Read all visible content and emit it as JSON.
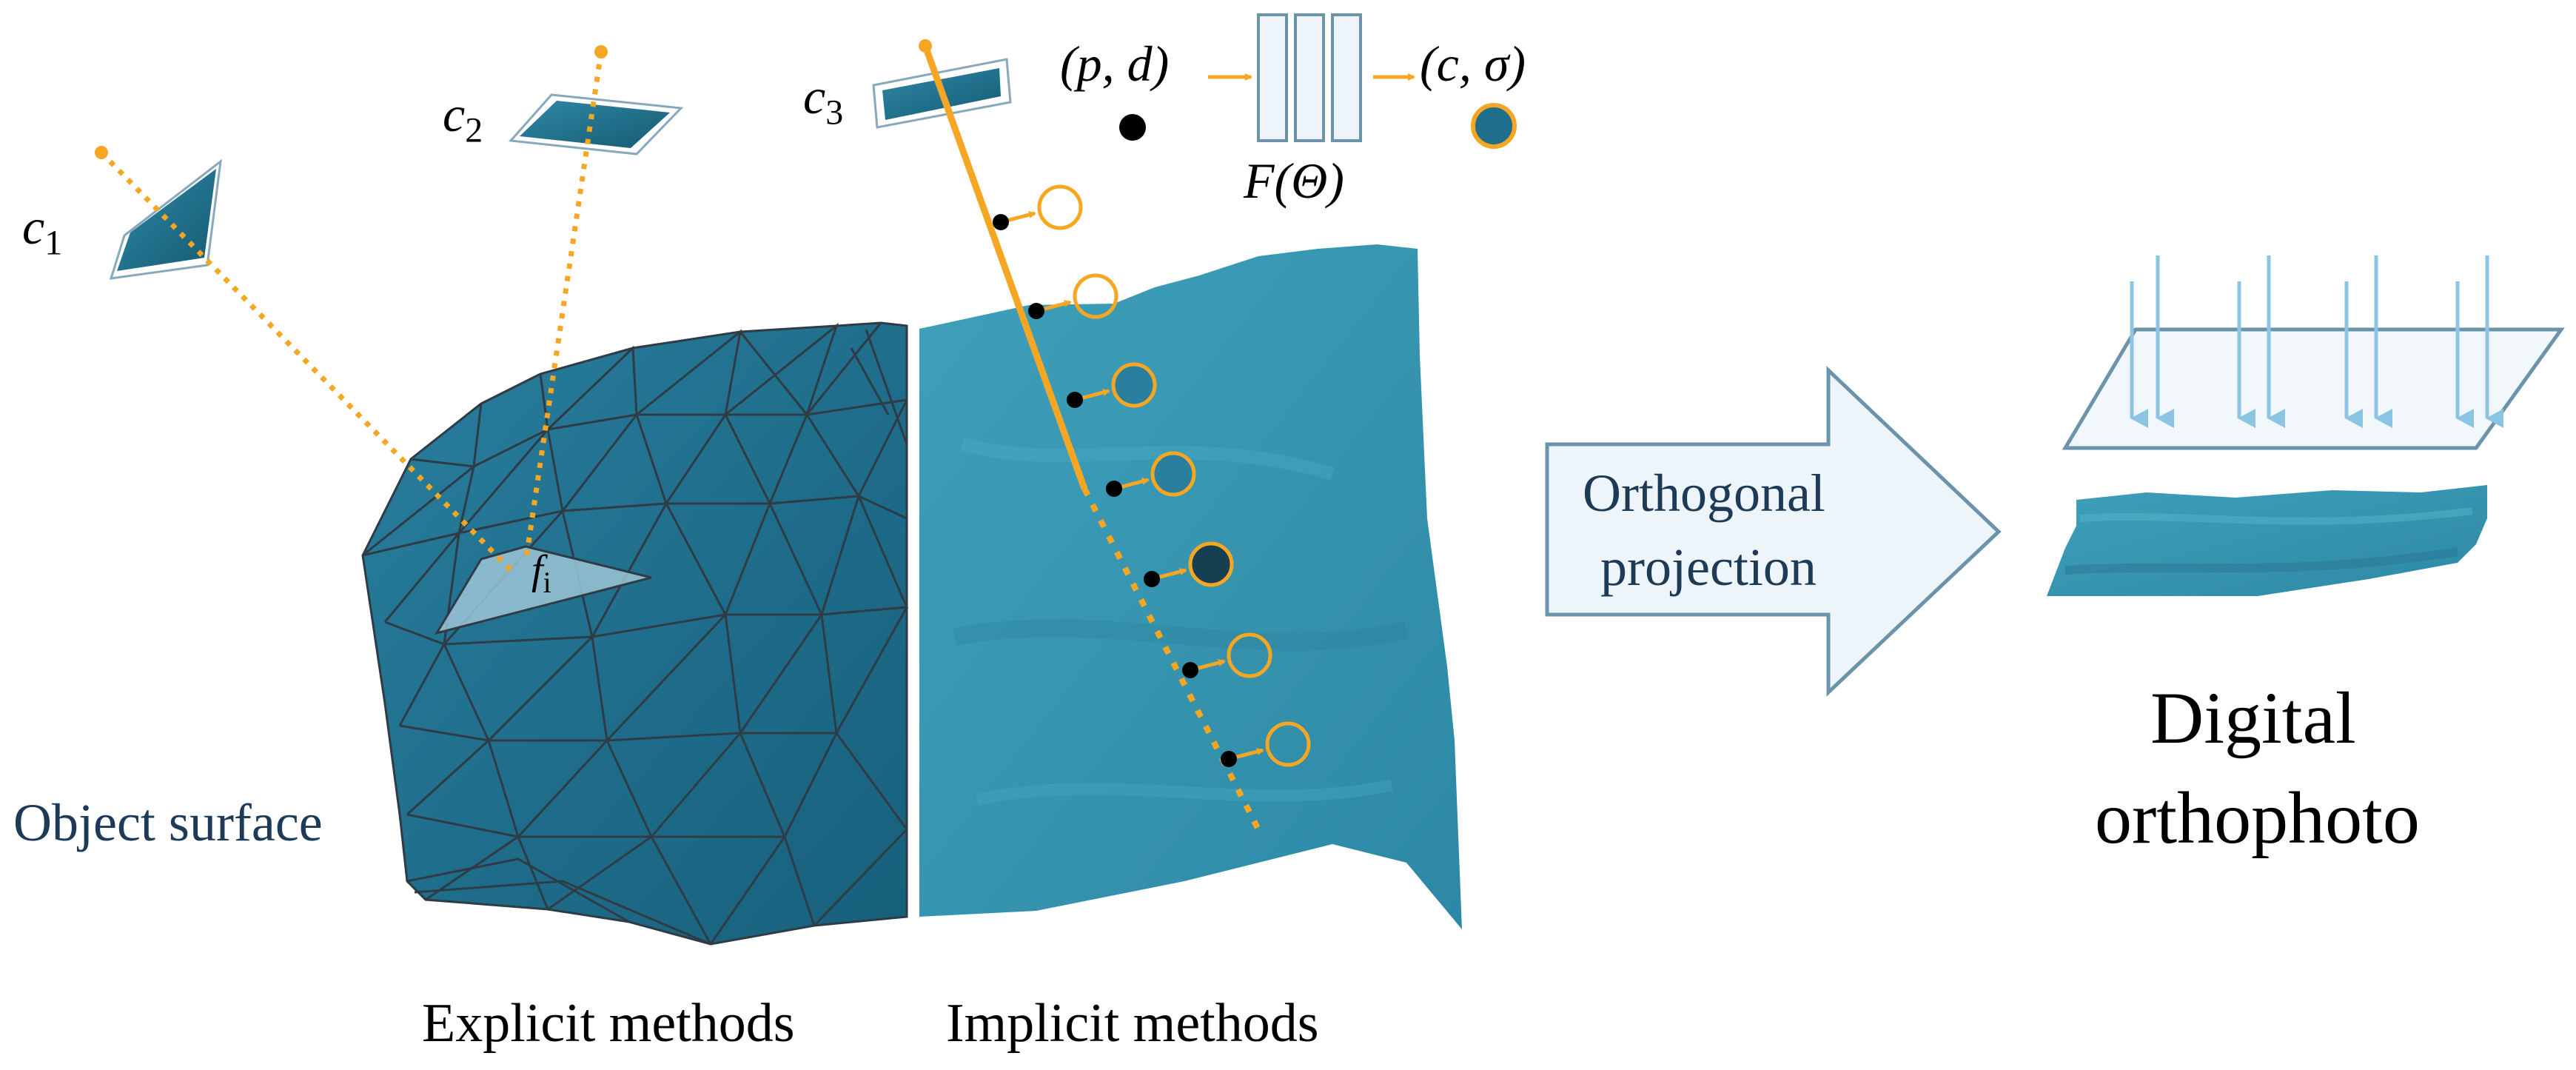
{
  "labels": {
    "cam1": "c",
    "cam1_sub": "1",
    "cam2": "c",
    "cam2_sub": "2",
    "cam3": "c",
    "cam3_sub": "3",
    "input": "(p, d)",
    "network": "F(Θ)",
    "output": "(c, σ)",
    "face": "f",
    "face_sub": "i",
    "object_surface": "Object surface",
    "explicit_methods": "Explicit methods",
    "implicit_methods": "Implicit methods",
    "arrow_text_line1": "Orthogonal",
    "arrow_text_line2": "projection",
    "result_line1": "Digital",
    "result_line2": "orthophoto"
  },
  "colors": {
    "ray": "#f5a623",
    "mesh_fill": "#1f6e8c",
    "mesh_line": "#2f3b45",
    "implicit_fill": "#3a97b2",
    "text_blue": "#1d3a56",
    "arrow_fill": "#eef5fa",
    "arrow_stroke": "#6b93aa",
    "plane_stroke": "#6b93aa",
    "proj_arrow": "#8cc4e3"
  }
}
